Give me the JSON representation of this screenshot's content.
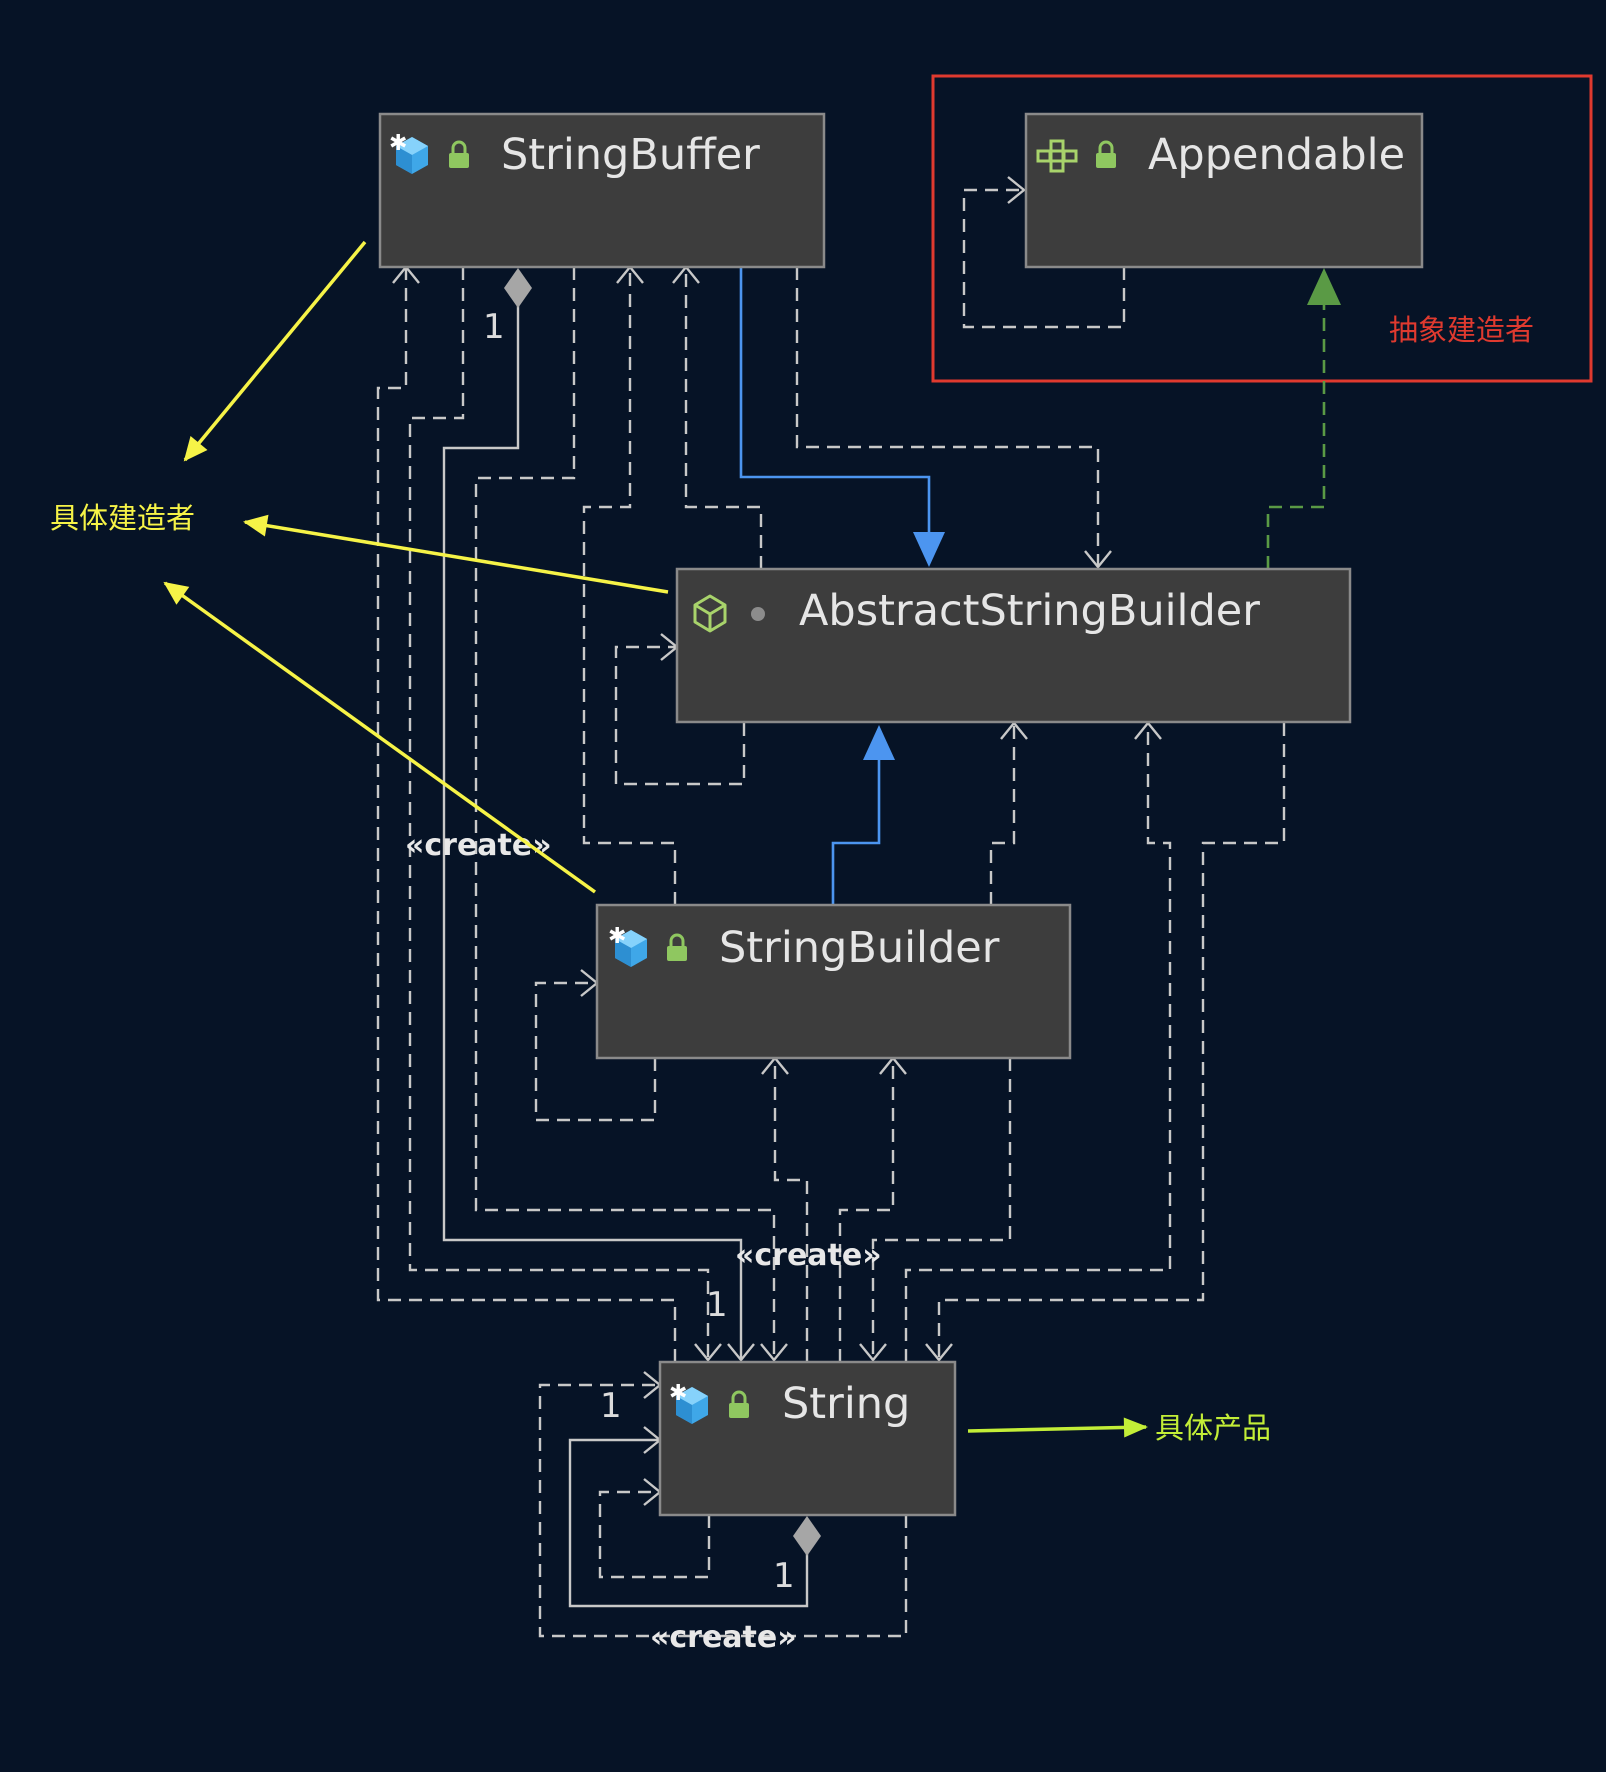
{
  "classes": {
    "string_buffer": {
      "name": "StringBuffer"
    },
    "appendable": {
      "name": "Appendable"
    },
    "abstract_string_builder": {
      "name": "AbstractStringBuilder"
    },
    "string_builder": {
      "name": "StringBuilder"
    },
    "string": {
      "name": "String"
    }
  },
  "labels": {
    "multiplicity_one": "1",
    "create_stereotype": "«create»"
  },
  "annotations": {
    "abstract_builder": "抽象建造者",
    "concrete_builder": "具体建造者",
    "concrete_product": "具体产品"
  },
  "colors": {
    "background": "#061326",
    "class_box": "#3d3d3d",
    "class_border": "#8a8a8a",
    "dependency_line": "#c8c8c8",
    "inheritance_line": "#4c95f0",
    "implements_line": "#5a9a45",
    "annotation_yellow": "#f6f347",
    "annotation_red": "#e03a2f",
    "annotation_green": "#c3ee37"
  }
}
